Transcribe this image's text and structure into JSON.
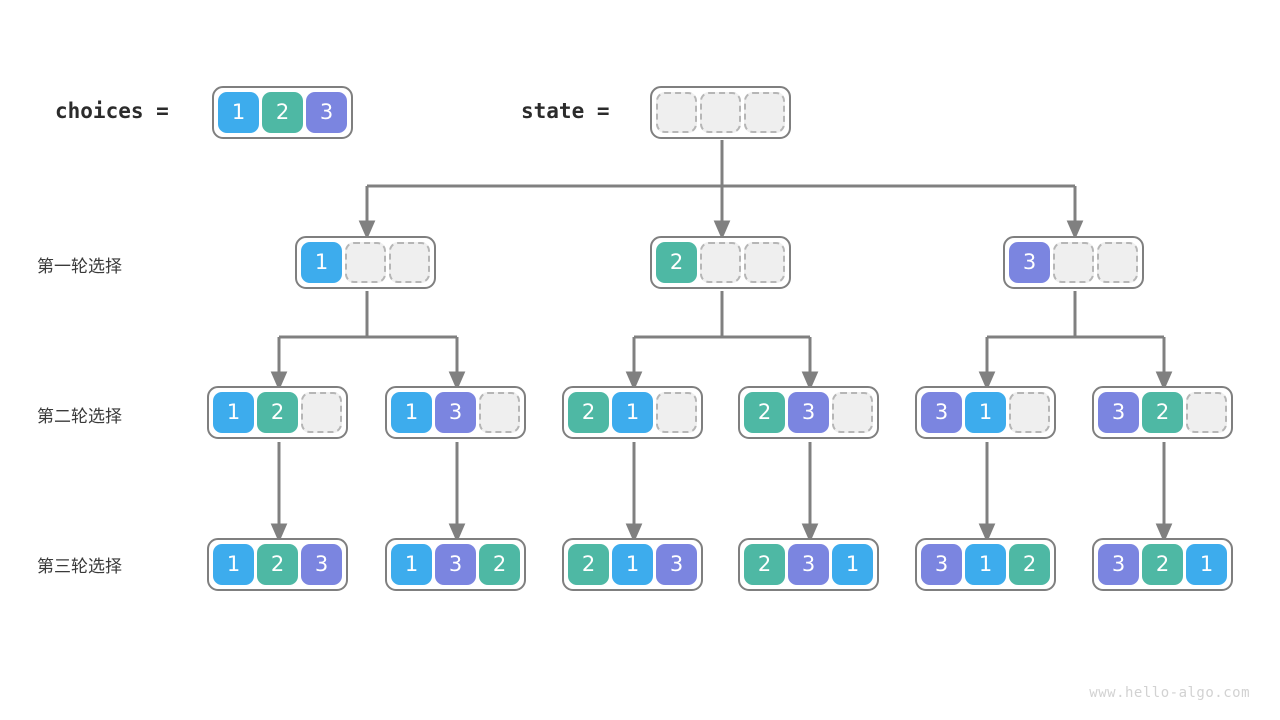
{
  "palette": {
    "one": "#3daced",
    "two": "#4eb8a4",
    "three": "#7b85e0",
    "empty_fill": "#efefef",
    "empty_border": "#b6b6b6",
    "node_border": "#7f7f7f",
    "edge": "#808080",
    "text": "#3a3a3a",
    "watermark": "#d2d2d2",
    "background": "#ffffff"
  },
  "header": {
    "choices_label": "choices =",
    "state_label": "state ="
  },
  "row_labels": [
    "第一轮选择",
    "第二轮选择",
    "第三轮选择"
  ],
  "nodes": {
    "choices": {
      "cells": [
        "1",
        "2",
        "3"
      ]
    },
    "state": {
      "cells": [
        "",
        "",
        ""
      ]
    },
    "level1": [
      {
        "cells": [
          "1",
          "",
          ""
        ]
      },
      {
        "cells": [
          "2",
          "",
          ""
        ]
      },
      {
        "cells": [
          "3",
          "",
          ""
        ]
      }
    ],
    "level2": [
      {
        "cells": [
          "1",
          "2",
          ""
        ]
      },
      {
        "cells": [
          "1",
          "3",
          ""
        ]
      },
      {
        "cells": [
          "2",
          "1",
          ""
        ]
      },
      {
        "cells": [
          "2",
          "3",
          ""
        ]
      },
      {
        "cells": [
          "3",
          "1",
          ""
        ]
      },
      {
        "cells": [
          "3",
          "2",
          ""
        ]
      }
    ],
    "level3": [
      {
        "cells": [
          "1",
          "2",
          "3"
        ]
      },
      {
        "cells": [
          "1",
          "3",
          "2"
        ]
      },
      {
        "cells": [
          "2",
          "1",
          "3"
        ]
      },
      {
        "cells": [
          "2",
          "3",
          "1"
        ]
      },
      {
        "cells": [
          "3",
          "1",
          "2"
        ]
      },
      {
        "cells": [
          "3",
          "2",
          "1"
        ]
      }
    ]
  },
  "footer": {
    "watermark": "www.hello-algo.com"
  }
}
